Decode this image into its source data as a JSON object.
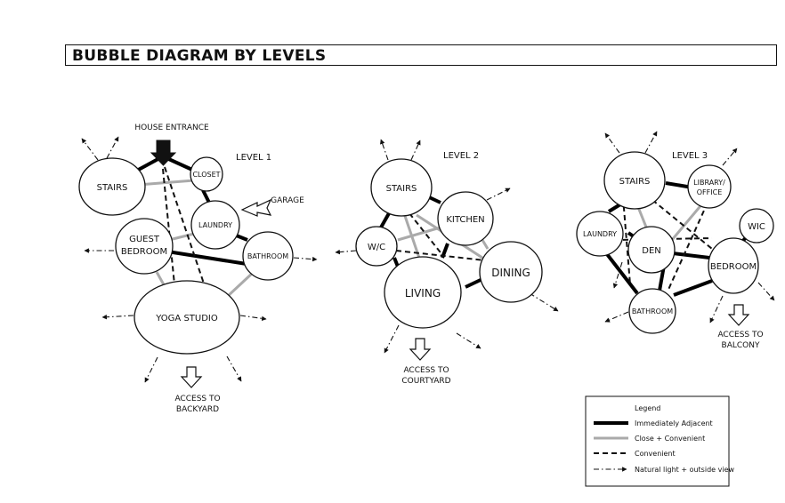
{
  "title": "BUBBLE DIAGRAM BY LEVELS",
  "levels": {
    "level1": {
      "label": "LEVEL 1",
      "entrance": "HOUSE ENTRANCE",
      "garage": "GARAGE",
      "access": [
        "ACCESS TO",
        "BACKYARD"
      ],
      "rooms": {
        "stairs": "STAIRS",
        "closet": "CLOSET",
        "laundry": "LAUNDRY",
        "guest_bedroom": [
          "GUEST",
          "BEDROOM"
        ],
        "bathroom": "BATHROOM",
        "yoga_studio": "YOGA STUDIO"
      }
    },
    "level2": {
      "label": "LEVEL 2",
      "access": [
        "ACCESS TO",
        "COURTYARD"
      ],
      "rooms": {
        "stairs": "STAIRS",
        "kitchen": "KITCHEN",
        "wc": "W/C",
        "dining": "DINING",
        "living": "LIVING"
      }
    },
    "level3": {
      "label": "LEVEL 3",
      "access": [
        "ACCESS TO",
        "BALCONY"
      ],
      "rooms": {
        "stairs": "STAIRS",
        "library_office": [
          "LIBRARY/",
          "OFFICE"
        ],
        "laundry": "LAUNDRY",
        "den": "DEN",
        "wic": "WIC",
        "bedroom": "BEDROOM",
        "bathroom": "BATHROOM"
      }
    }
  },
  "legend": {
    "title": "Legend",
    "items": {
      "adjacent": "Immediately Adjacent",
      "close": "Close + Convenient",
      "convenient": "Convenient",
      "light": "Natural light + outside view"
    }
  },
  "colors": {
    "adjacent": "#000000",
    "close": "#aaaaaa",
    "convenient": "#111111"
  }
}
